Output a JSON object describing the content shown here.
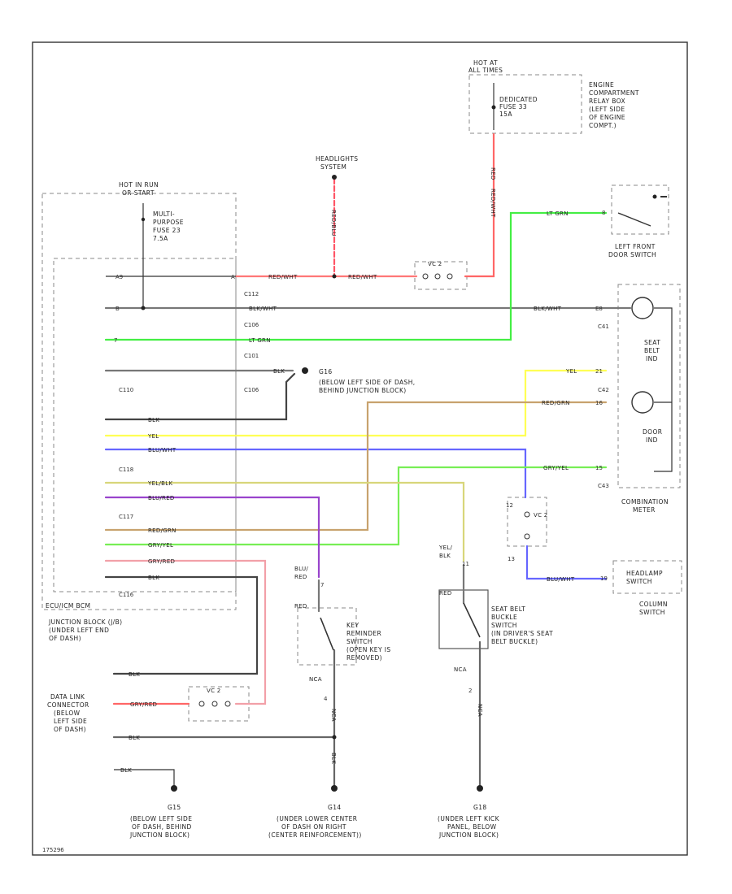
{
  "texts": {
    "hot_bat1": "HOT AT",
    "hot_bat2": "ALL TIMES",
    "fuse_dedicated1": "DEDICATED",
    "fuse_dedicated2": "FUSE 33",
    "fuse_dedicated3": "15A",
    "ecomp1": "ENGINE",
    "ecomp2": "COMPARTMENT",
    "ecomp3": "RELAY BOX",
    "ecomp4": "(LEFT SIDE",
    "ecomp5": "OF ENGINE",
    "ecomp6": "COMPT.)",
    "headlights1": "HEADLIGHTS",
    "headlights2": "SYSTEM",
    "hot_run1": "HOT IN RUN",
    "hot_run2": "OR START",
    "mp_fuse1": "MULTI-",
    "mp_fuse2": "PURPOSE",
    "mp_fuse3": "FUSE 23",
    "mp_fuse4": "7.5A",
    "jb_label1": "JUNCTION BLOCK (J/B)",
    "jb_label2": "(UNDER LEFT END",
    "jb_label3": "OF DASH)",
    "jb_code": "ECU/ICM BCM",
    "lfds1": "LEFT FRONT",
    "lfds2": "DOOR SWITCH",
    "seatbelt1": "SEAT",
    "seatbelt2": "BELT",
    "seatbelt3": "IND",
    "door_ind1": "DOOR",
    "door_ind2": "IND",
    "combo1": "COMBINATION",
    "combo2": "METER",
    "headlamp1": "HEADLAMP",
    "headlamp2": "SWITCH",
    "column1": "COLUMN",
    "column2": "SWITCH",
    "g16_a": "G16",
    "g16_b1": "(BELOW LEFT SIDE OF DASH,",
    "g16_b2": "BEHIND JUNCTION BLOCK)",
    "key1": "KEY",
    "key2": "REMINDER",
    "key3": "SWITCH",
    "key4": "(OPEN KEY IS",
    "key5": "REMOVED)",
    "sbs1": "SEAT BELT",
    "sbs2": "BUCKLE",
    "sbs3": "SWITCH",
    "sbs4": "(IN DRIVER'S SEAT",
    "sbs5": "BELT BUCKLE)",
    "dlc1": "DATA LINK",
    "dlc2": "CONNECTOR",
    "dlc3": "(BELOW",
    "dlc4": "LEFT SIDE",
    "dlc5": "OF DASH)",
    "g15_a": "G15",
    "g15_b1": "(BELOW LEFT SIDE",
    "g15_b2": "OF DASH, BEHIND",
    "g15_b3": "JUNCTION BLOCK)",
    "g14_a": "G14",
    "g14_b1": "(UNDER LOWER CENTER",
    "g14_b2": "OF DASH ON RIGHT",
    "g14_b3": "(CENTER REINFORCEMENT))",
    "g18_a": "G18",
    "g18_b1": "(UNDER LEFT KICK",
    "g18_b2": "PANEL, BELOW",
    "g18_b3": "JUNCTION BLOCK)",
    "footer_code": "175296"
  },
  "connectors": {
    "c112": "C112",
    "c106": "C106",
    "c101": "C101",
    "c106b": "C106",
    "c110": "C110",
    "c118": "C118",
    "c117": "C117",
    "c116": "C116",
    "c41": "C41",
    "c42": "C42",
    "c43": "C43"
  },
  "wires": {
    "red_wht_a": "RED/WHT",
    "red_wht_b": "RED/WHT",
    "red_wht_c": "RED/WHT",
    "red_blu": "RED/BLU",
    "blk_wht": "BLK/WHT",
    "blk_wht_r": "BLK/WHT",
    "lt_grn": "LT GRN",
    "lt_grn_r": "LT GRN",
    "blk_a": "BLK",
    "blk_b": "BLK",
    "blk_c": "BLK",
    "blk_d": "BLK",
    "blk_e": "BLK",
    "blk_f": "BLK",
    "blk_g": "BLK",
    "yel": "YEL",
    "yel_r": "YEL",
    "blu_wht": "BLU/WHT",
    "blu_wht_r": "BLU/WHT",
    "yel_blk": "YEL/BLK",
    "yel_blk2": "YEL/",
    "yel_blk3": "BLK",
    "blu_red": "BLU/RED",
    "blu_red2": "BLU/",
    "blu_red3": "RED",
    "red_grn": "RED/GRN",
    "red_grn_r": "RED/GRN",
    "gry_yel": "GRY/YEL",
    "gry_yel_r": "GRY/YEL",
    "gry_red": "GRY/RED",
    "gry_red2": "GRY/RED",
    "red_a": "RED",
    "red_b": "RED",
    "red_c": "RED",
    "nca": "NCA",
    "ncb": "NCA",
    "nc1": "NCA",
    "nc2": "NCA",
    "vc1": "VC 2",
    "vc2": "VC 2",
    "vc3": "VC 2"
  },
  "pins": {
    "p1": "A9",
    "p2": "A",
    "p3": "B",
    "p4": "7",
    "p5": "8",
    "p6": "21",
    "p7": "E8",
    "p8": "16",
    "p9": "15",
    "p10": "12",
    "p11": "13",
    "p12": "7",
    "p13": "4",
    "p14": "2",
    "p15": "19",
    "p16": "11"
  }
}
